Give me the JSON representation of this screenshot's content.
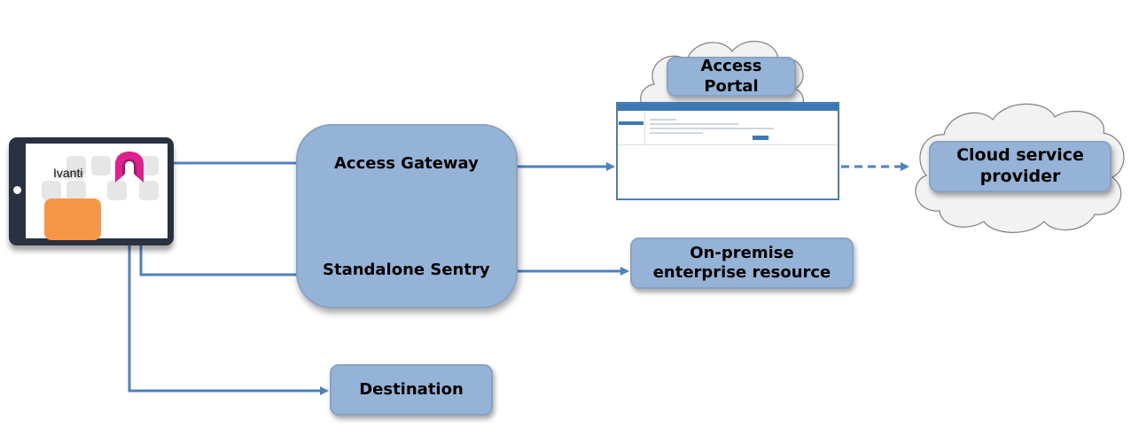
{
  "diagram": {
    "title": "Ivanti access flow",
    "device": {
      "label": "Ivanti",
      "icon": "ivanti-app-icon",
      "accent_color": "#e0208f",
      "tile_color": "#f79646"
    },
    "gateway_group": {
      "items": [
        {
          "label": "Access Gateway"
        },
        {
          "label": "Standalone Sentry"
        }
      ]
    },
    "nodes": {
      "access_portal": {
        "line1": "Access",
        "line2": "Portal"
      },
      "cloud_service_provider": {
        "line1": "Cloud service",
        "line2": "provider"
      },
      "on_premise": {
        "line1": "On-premise",
        "line2": "enterprise resource"
      },
      "destination": {
        "label": "Destination"
      }
    },
    "edges": [
      {
        "from": "device",
        "to": "Access Gateway",
        "style": "solid"
      },
      {
        "from": "device",
        "to": "Standalone Sentry",
        "style": "solid"
      },
      {
        "from": "device",
        "to": "Destination",
        "style": "solid"
      },
      {
        "from": "Access Gateway",
        "to": "Access Portal",
        "style": "solid"
      },
      {
        "from": "Standalone Sentry",
        "to": "On-premise enterprise resource",
        "style": "solid"
      },
      {
        "from": "Access Portal",
        "to": "Cloud service provider",
        "style": "dashed"
      }
    ],
    "colors": {
      "box_fill": "#95b3d7",
      "arrow": "#4f81bd"
    }
  }
}
